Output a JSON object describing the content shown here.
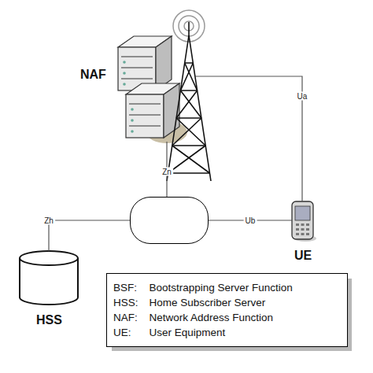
{
  "diagram": {
    "nodes": [
      {
        "text": [
          "NAF"
        ]
      },
      {
        "text": []
      },
      {
        "text": [
          "UE"
        ]
      },
      {
        "text": [
          "HSS"
        ]
      },
      {
        "text": [
          "BSF:",
          "Bootstrapping Server Function",
          "HSS:",
          "Home Subscriber Server",
          "NAF:",
          "Network Address Function",
          "UE:",
          "User Equipment"
        ]
      }
    ],
    "edges": [
      {
        "from": 0,
        "to": 1,
        "label": "Zn",
        "arrow": "none"
      },
      {
        "from": 3,
        "to": 1,
        "label": "Zh",
        "arrow": "none"
      },
      {
        "from": 1,
        "to": 2,
        "label": "Ub",
        "arrow": "none"
      },
      {
        "from": 0,
        "to": 2,
        "label": "Ua",
        "arrow": "none"
      }
    ]
  }
}
